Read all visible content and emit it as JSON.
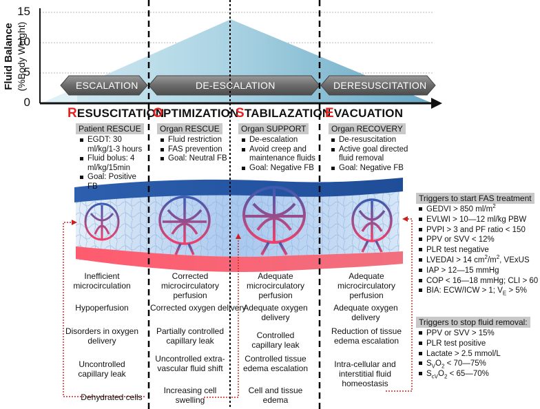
{
  "y_axis": {
    "label_bold": "Fluid Balance",
    "label_sub": "(%Body Weight)",
    "ticks": [
      "15",
      "10",
      "5",
      "0"
    ]
  },
  "bands": [
    "ESCALATION",
    "DE-ESCALATION",
    "DERESUSCITATION"
  ],
  "phases": [
    {
      "first_letter": "R",
      "rest": "ESUSCITATION",
      "header": "Patient RESCUE",
      "bullets": [
        "EGDT: 30 ml/kg/1-3 hours",
        "Fluid bolus: 4 ml/kg/15min",
        "Goal: Positive FB"
      ],
      "effects": [
        "Inefficient microcirculation",
        "Hypoperfusion",
        "Disorders in oxygen delivery",
        "Uncontrolled capillary leak",
        "Dehydrated cells"
      ]
    },
    {
      "first_letter": "O",
      "rest": "PTIMIZATION",
      "header": "Organ RESCUE",
      "bullets": [
        "Fluid restriction",
        "FAS prevention",
        "Goal: Neutral FB"
      ],
      "effects": [
        "Corrected microcirculatory perfusion",
        "Corrected oxygen delivery",
        "Partially controlled capillary leak",
        "Uncontrolled extra-vascular fluid shift",
        "Increasing cell swelling"
      ]
    },
    {
      "first_letter": "S",
      "rest": "TABILAZATION",
      "header": "Organ SUPPORT",
      "bullets": [
        "De-escalation",
        "Avoid creep and maintenance fluids",
        "Goal: Negative FB"
      ],
      "effects": [
        "Adequate microcirculatory perfusion",
        "Adequate oxygen delivery",
        "Controlled capillary leak",
        "Controlled tissue edema escalation",
        "Cell and tissue edema"
      ]
    },
    {
      "first_letter": "E",
      "rest": "VACUATION",
      "header": "Organ RECOVERY",
      "bullets": [
        "De-resuscitation",
        "Active goal directed fluid removal",
        "Goal: Negative FB"
      ],
      "effects": [
        "Adequate microcirculatory perfusion",
        "Adequate oxygen delivery",
        "Reduction of tissue edema escalation",
        "Intra-cellular and interstitial fluid homeostasis"
      ]
    }
  ],
  "triggers_start": {
    "header": "Triggers to start FAS treatment",
    "items": [
      {
        "a": "GEDVI > 850 ml/m",
        "sup": "2"
      },
      {
        "a": "EVLWI > 10—12 ml/kg PBW"
      },
      {
        "a": "PVPI > 3 and PF ratio < 150"
      },
      {
        "a": "PPV or SVV < 12%"
      },
      {
        "a": "PLR test negative"
      },
      {
        "a": "LVEDAI  > 14 cm",
        "sup": "2",
        "b": "/m",
        "sup2": "2",
        "c": ", VExUS"
      },
      {
        "a": "IAP > 12—15 mmHg"
      },
      {
        "a": "COP < 16—18 mmHg; CLI > 60"
      },
      {
        "a": "BIA: ECW/ICW > 1; V",
        "sub": "E",
        "b": " > 5%"
      }
    ]
  },
  "triggers_stop": {
    "header": "Triggers to stop fluid removal:",
    "items": [
      {
        "a": "PPV or SVV > 15%"
      },
      {
        "a": "PLR test positive"
      },
      {
        "a": "Lactate > 2.5 mmol/L"
      },
      {
        "a": "S",
        "sub": "V",
        "b": "O",
        "sub2": "2",
        "c": " < 70—75%"
      },
      {
        "a": "S",
        "sub": "cV",
        "b": "O",
        "sub2": "2",
        "c": " < 65—70%"
      }
    ]
  }
}
